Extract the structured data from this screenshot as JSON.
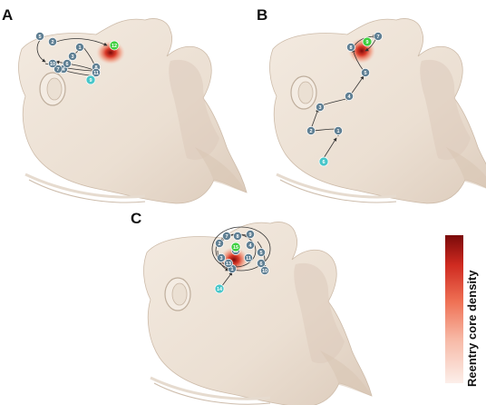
{
  "figure": {
    "colors": {
      "heart_fill": "#efe4d8",
      "heart_shade": "#d9c8b8",
      "heart_edge": "#c9b6a4",
      "node_gray": "#5f7f93",
      "node_cyan": "#47c6c9",
      "node_green": "#3fcf3f",
      "path": "#333333",
      "hotspot_dark": "#7a0a0a",
      "hotspot_mid": "#e0442a",
      "hotspot_light": "#f7b3a0"
    },
    "colorbar": {
      "label": "Reentry core density",
      "gradient": [
        "#fcefea",
        "#f7b8a5",
        "#ef7155",
        "#cf2a20",
        "#7a0a0a"
      ]
    },
    "panels": [
      {
        "letter": "A",
        "nodes": [
          {
            "label": "1",
            "kind": "gray"
          },
          {
            "label": "2",
            "kind": "gray"
          },
          {
            "label": "3",
            "kind": "gray"
          },
          {
            "label": "4",
            "kind": "gray"
          },
          {
            "label": "5",
            "kind": "gray"
          },
          {
            "label": "6",
            "kind": "gray"
          },
          {
            "label": "7",
            "kind": "gray"
          },
          {
            "label": "8",
            "kind": "gray"
          },
          {
            "label": "9",
            "kind": "cyan"
          },
          {
            "label": "10",
            "kind": "gray"
          },
          {
            "label": "11",
            "kind": "gray"
          },
          {
            "label": "12",
            "kind": "green"
          }
        ]
      },
      {
        "letter": "B",
        "nodes": [
          {
            "label": "1",
            "kind": "gray"
          },
          {
            "label": "2",
            "kind": "gray"
          },
          {
            "label": "3",
            "kind": "gray"
          },
          {
            "label": "4",
            "kind": "gray"
          },
          {
            "label": "5",
            "kind": "gray"
          },
          {
            "label": "6",
            "kind": "cyan"
          },
          {
            "label": "7",
            "kind": "gray"
          },
          {
            "label": "8",
            "kind": "gray"
          },
          {
            "label": "9",
            "kind": "green"
          }
        ]
      },
      {
        "letter": "C",
        "nodes": [
          {
            "label": "1",
            "kind": "gray"
          },
          {
            "label": "2",
            "kind": "gray"
          },
          {
            "label": "3",
            "kind": "gray"
          },
          {
            "label": "4",
            "kind": "gray"
          },
          {
            "label": "5",
            "kind": "gray"
          },
          {
            "label": "6",
            "kind": "gray"
          },
          {
            "label": "7",
            "kind": "gray"
          },
          {
            "label": "8",
            "kind": "gray"
          },
          {
            "label": "9",
            "kind": "gray"
          },
          {
            "label": "10",
            "kind": "gray"
          },
          {
            "label": "11",
            "kind": "gray"
          },
          {
            "label": "12",
            "kind": "gray"
          },
          {
            "label": "13",
            "kind": "gray"
          },
          {
            "label": "14",
            "kind": "cyan"
          },
          {
            "label": "15",
            "kind": "green"
          }
        ]
      }
    ]
  }
}
